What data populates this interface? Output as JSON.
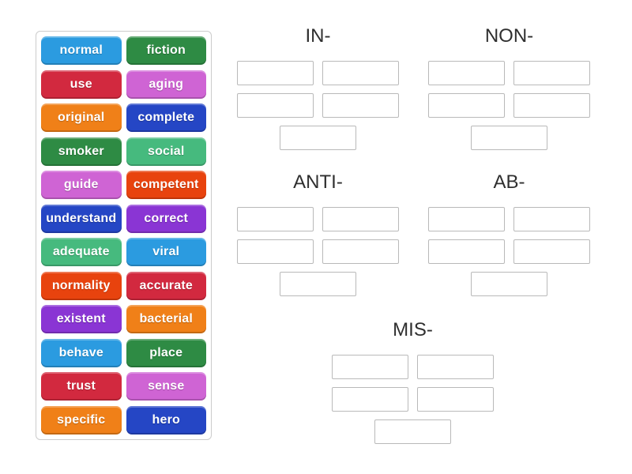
{
  "activity": {
    "type": "group-sort",
    "instruction_visible": false
  },
  "style": {
    "page_bg": "#ffffff",
    "panel_border": "#cccccc",
    "slot_border": "#b9b9b9",
    "header_color": "#2f2f2f",
    "tile_text_color": "#ffffff"
  },
  "bank": {
    "items": [
      {
        "label": "normal",
        "color": "#2b9be0"
      },
      {
        "label": "fiction",
        "color": "#2e8b44"
      },
      {
        "label": "use",
        "color": "#d2293f"
      },
      {
        "label": "aging",
        "color": "#cf64d4"
      },
      {
        "label": "original",
        "color": "#f08018"
      },
      {
        "label": "complete",
        "color": "#2546c5"
      },
      {
        "label": "smoker",
        "color": "#2e8b44"
      },
      {
        "label": "social",
        "color": "#46ba7e"
      },
      {
        "label": "guide",
        "color": "#cf64d4"
      },
      {
        "label": "competent",
        "color": "#e8430e"
      },
      {
        "label": "understand",
        "color": "#2546c5"
      },
      {
        "label": "correct",
        "color": "#8a35d4"
      },
      {
        "label": "adequate",
        "color": "#46ba7e"
      },
      {
        "label": "viral",
        "color": "#2b9be0"
      },
      {
        "label": "normality",
        "color": "#e8430e"
      },
      {
        "label": "accurate",
        "color": "#d2293f"
      },
      {
        "label": "existent",
        "color": "#8a35d4"
      },
      {
        "label": "bacterial",
        "color": "#f08018"
      },
      {
        "label": "behave",
        "color": "#2b9be0"
      },
      {
        "label": "place",
        "color": "#2e8b44"
      },
      {
        "label": "trust",
        "color": "#d2293f"
      },
      {
        "label": "sense",
        "color": "#cf64d4"
      },
      {
        "label": "specific",
        "color": "#f08018"
      },
      {
        "label": "hero",
        "color": "#2546c5"
      }
    ]
  },
  "groups": [
    {
      "label": "IN-",
      "slot_count": 5
    },
    {
      "label": "NON-",
      "slot_count": 5
    },
    {
      "label": "ANTI-",
      "slot_count": 5
    },
    {
      "label": "AB-",
      "slot_count": 5
    },
    {
      "label": "MIS-",
      "slot_count": 5
    }
  ]
}
